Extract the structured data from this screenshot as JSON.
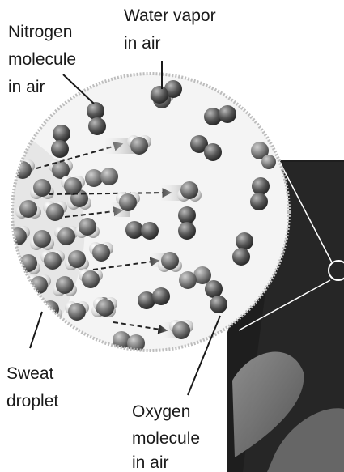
{
  "labels": {
    "nitrogen": [
      "Nitrogen",
      "molecule",
      "in air"
    ],
    "water_vapor": [
      "Water vapor",
      "in air"
    ],
    "sweat": [
      "Sweat",
      "droplet"
    ],
    "oxygen": [
      "Oxygen",
      "molecule",
      "in air"
    ]
  },
  "colors": {
    "background": "#ffffff",
    "text": "#1a1a1a",
    "leader_line": "#1a1a1a",
    "circle_border": "#bdbdbd",
    "magnify_fill": "#f4f4f4",
    "photo_dark": "#1c1c1c",
    "photo_light": "#8a8a8a",
    "nitrogen_atom": "#555555",
    "oxygen_atom": "#7c7c7c",
    "water_oxygen": "#6e6e6e",
    "water_hydrogen": "#d2d2d2",
    "arrow": "#222222"
  }
}
